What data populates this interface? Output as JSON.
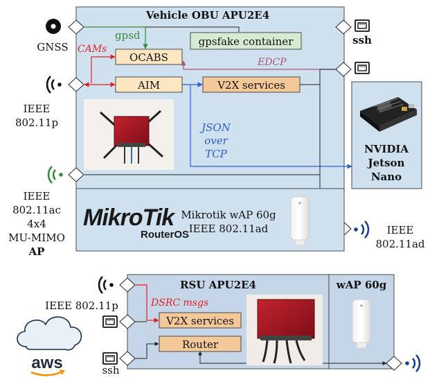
{
  "colors": {
    "panel_fill": "#cfe0ef",
    "panel_fill_dark": "#c4d6e8",
    "panel_stroke": "#4a4a4a",
    "orange_fill": "#fde7c3",
    "orange_dark": "#f5c89a",
    "green_box": "#d6ecd2",
    "red_arrow": "#e21f26",
    "pink_arrow": "#a8577a",
    "blue_arrow": "#2c5ec9",
    "green_arrow": "#3a8a3a",
    "black_line": "#222222"
  },
  "obu": {
    "title": "Vehicle OBU APU2E4",
    "gpsd": "gpsd",
    "gpsfake": "gpsfake container",
    "cams": "CAMs",
    "ocabs": "OCABS",
    "edcp": "EDCP",
    "aim": "AIM",
    "v2x": "V2X services",
    "json_line1": "JSON",
    "json_line2": "over",
    "json_line3": "TCP"
  },
  "left_labels": {
    "gnss": "GNSS",
    "ieee_80211p_line1": "IEEE",
    "ieee_80211p_line2": "802.11p",
    "ieee_ac_line1": "IEEE",
    "ieee_ac_line2": "802.11ac",
    "ieee_ac_line3": "4x4",
    "ieee_ac_line4": "MU-MIMO",
    "ieee_ac_line5": "AP"
  },
  "right_labels": {
    "ssh": "ssh",
    "nvidia_line1": "NVIDIA",
    "nvidia_line2": "Jetson",
    "nvidia_line3": "Nano",
    "ieee_ad_line1": "IEEE",
    "ieee_ad_line2": "802.11ad"
  },
  "mikrotik": {
    "logo_text": "MikroTik",
    "logo_sub": "RouterOS",
    "name_line1": "Mikrotik wAP 60g",
    "name_line2": "IEEE 802.11ad"
  },
  "rsu": {
    "title": "RSU APU2E4",
    "wap_title": "wAP 60g",
    "ieee_80211p": "IEEE 802.11p",
    "dsrc": "DSRC msgs",
    "v2x": "V2X services",
    "router": "Router",
    "aws": "aws",
    "ssh": "ssh"
  },
  "icons": {
    "gnss": "location-pin-icon",
    "wifi": "wireless-signal-icon",
    "ethernet": "ethernet-port-icon",
    "cloud": "cloud-icon",
    "jetson": "jetson-board-image",
    "apu": "apu-router-photo",
    "wap": "wap-device-image"
  }
}
